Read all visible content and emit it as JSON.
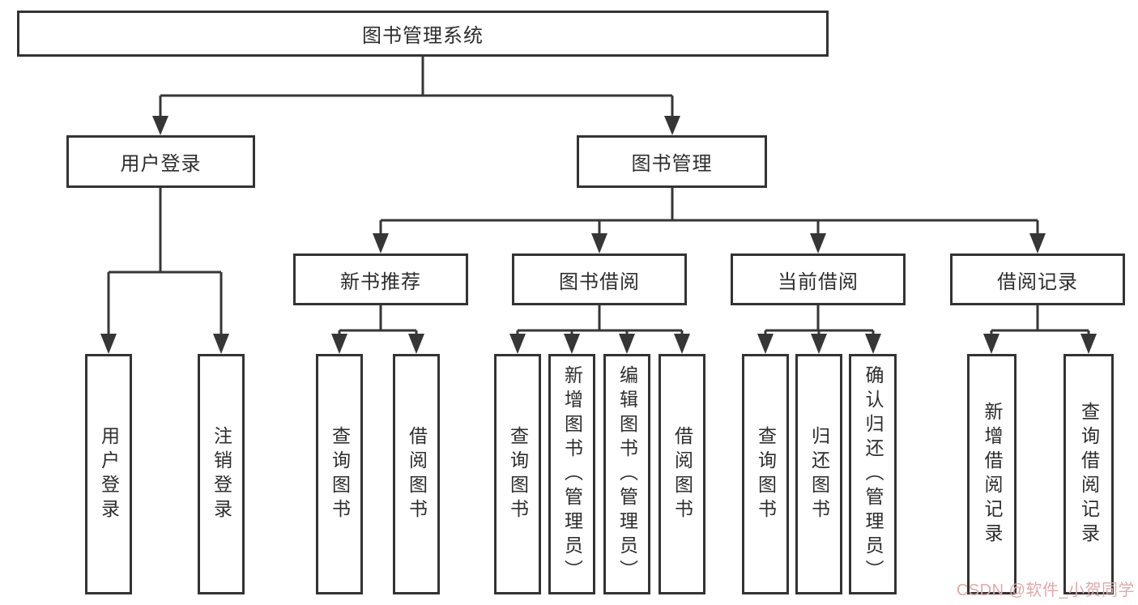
{
  "tree": {
    "label": "图书管理系统",
    "children": [
      {
        "label": "用户登录",
        "children": [
          {
            "label": "用户登录"
          },
          {
            "label": "注销登录"
          }
        ]
      },
      {
        "label": "图书管理",
        "children": [
          {
            "label": "新书推荐",
            "children": [
              {
                "label": "查询图书"
              },
              {
                "label": "借阅图书"
              }
            ]
          },
          {
            "label": "图书借阅",
            "children": [
              {
                "label": "查询图书"
              },
              {
                "label": "新增图书（管理员）"
              },
              {
                "label": "编辑图书（管理员）"
              },
              {
                "label": "借阅图书"
              }
            ]
          },
          {
            "label": "当前借阅",
            "children": [
              {
                "label": "查询图书"
              },
              {
                "label": "归还图书"
              },
              {
                "label": "确认归还（管理员）"
              }
            ]
          },
          {
            "label": "借阅记录",
            "children": [
              {
                "label": "新增借阅记录"
              },
              {
                "label": "查询借阅记录"
              }
            ]
          }
        ]
      }
    ]
  },
  "watermark": {
    "text": "CSDN @软件_小贺同学"
  },
  "colors": {
    "line": "#363636",
    "box_border": "#333333",
    "box_background": "#ffffff",
    "text": "#2d2d2d",
    "watermark": "#dfaaaa",
    "page_background": "#ffffff"
  }
}
